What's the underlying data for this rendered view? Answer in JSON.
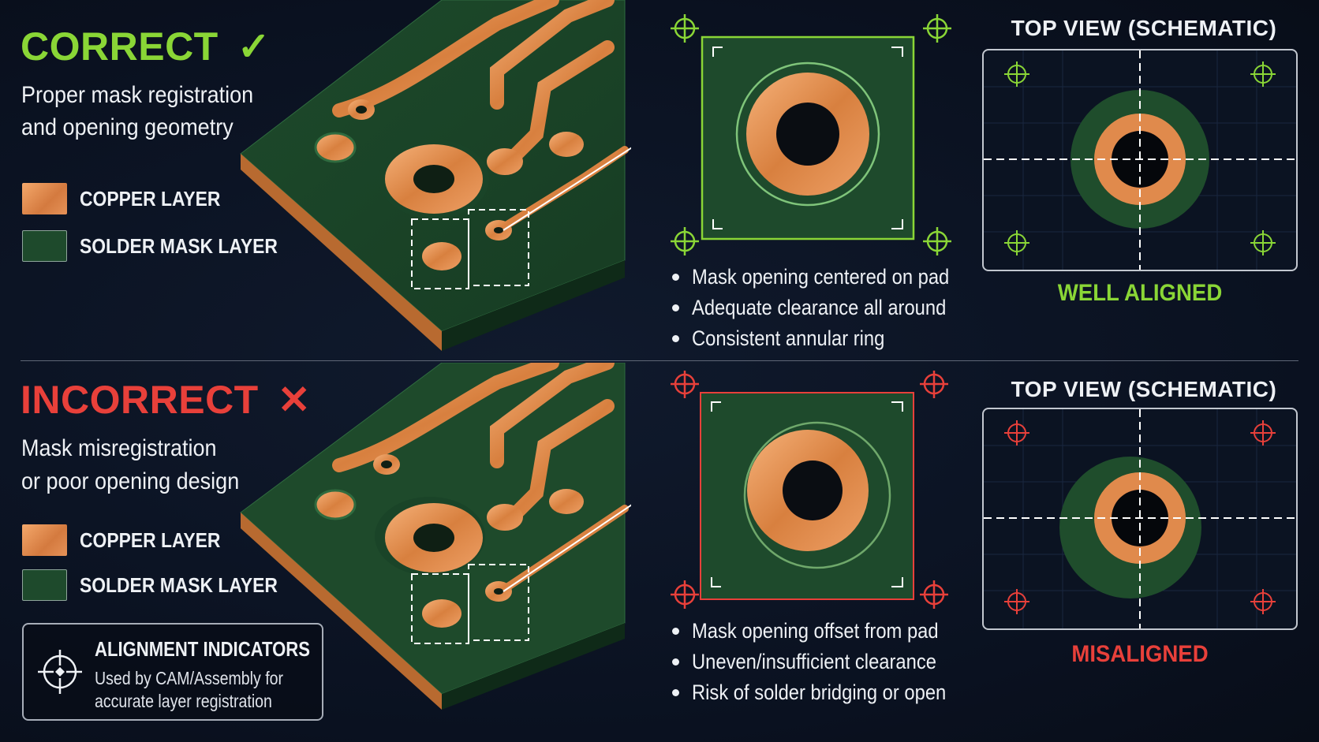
{
  "correct": {
    "heading": "CORRECT",
    "mark": "✓",
    "subtitle_lines": [
      "Proper mask registration",
      "and opening geometry"
    ],
    "legend": {
      "copper": "COPPER LAYER",
      "mask": "SOLDER MASK LAYER"
    },
    "bullets": [
      "Mask opening centered on pad",
      "Adequate clearance all around",
      "Consistent annular ring"
    ],
    "top_view_title": "TOP VIEW (SCHEMATIC)",
    "verdict": "WELL ALIGNED"
  },
  "incorrect": {
    "heading": "INCORRECT",
    "mark": "✕",
    "subtitle_lines": [
      "Mask misregistration",
      "or poor opening design"
    ],
    "legend": {
      "copper": "COPPER LAYER",
      "mask": "SOLDER MASK LAYER"
    },
    "bullets": [
      "Mask opening offset from pad",
      "Uneven/insufficient clearance",
      "Risk of solder bridging or open"
    ],
    "top_view_title": "TOP VIEW (SCHEMATIC)",
    "verdict": "MISALIGNED"
  },
  "alignment_box": {
    "title": "ALIGNMENT INDICATORS",
    "body_lines": [
      "Used by CAM/Assembly for",
      "accurate layer registration"
    ]
  },
  "colors": {
    "good": "#8ad636",
    "bad": "#e8403a",
    "copper": "#e08a4c",
    "mask": "#1e4a2c"
  },
  "icons": {
    "check": "check-icon",
    "cross": "cross-icon",
    "fiducial": "crosshair-icon"
  }
}
